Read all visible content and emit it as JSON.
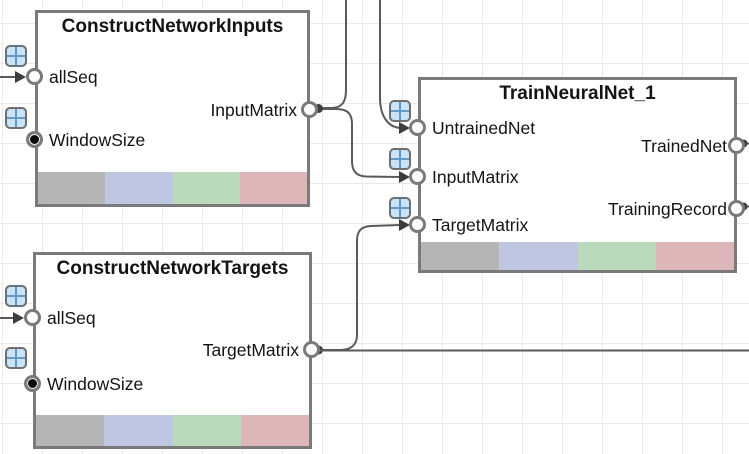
{
  "colors": {
    "grid": "#e9e9e9",
    "node_fill": "#ffffff",
    "node_border": "#7a7a7a",
    "port_ring": "#7a7a7a",
    "wire": "#5a5a5a",
    "arrow": "#3d3d3d",
    "text": "#141414",
    "icon_border": "#6f6f6f",
    "icon_fill": "#c9e4f8",
    "icon_line": "#6398c8",
    "bar_gray": "#b5b5b5",
    "bar_blue": "#bfc6e1",
    "bar_green": "#b9dabb",
    "bar_red": "#dcb6b8"
  },
  "icons": {
    "port_data_icon": "table-grid-icon"
  },
  "nodes": [
    {
      "title": "ConstructNetworkInputs",
      "inputs": [
        {
          "label": "allSeq"
        },
        {
          "label": "WindowSize"
        }
      ],
      "outputs": [
        {
          "label": "InputMatrix"
        }
      ]
    },
    {
      "title": "ConstructNetworkTargets",
      "inputs": [
        {
          "label": "allSeq"
        },
        {
          "label": "WindowSize"
        }
      ],
      "outputs": [
        {
          "label": "TargetMatrix"
        }
      ]
    },
    {
      "title": "TrainNeuralNet_1",
      "inputs": [
        {
          "label": "UntrainedNet"
        },
        {
          "label": "InputMatrix"
        },
        {
          "label": "TargetMatrix"
        }
      ],
      "outputs": [
        {
          "label": "TrainedNet"
        },
        {
          "label": "TrainingRecord"
        }
      ]
    }
  ]
}
